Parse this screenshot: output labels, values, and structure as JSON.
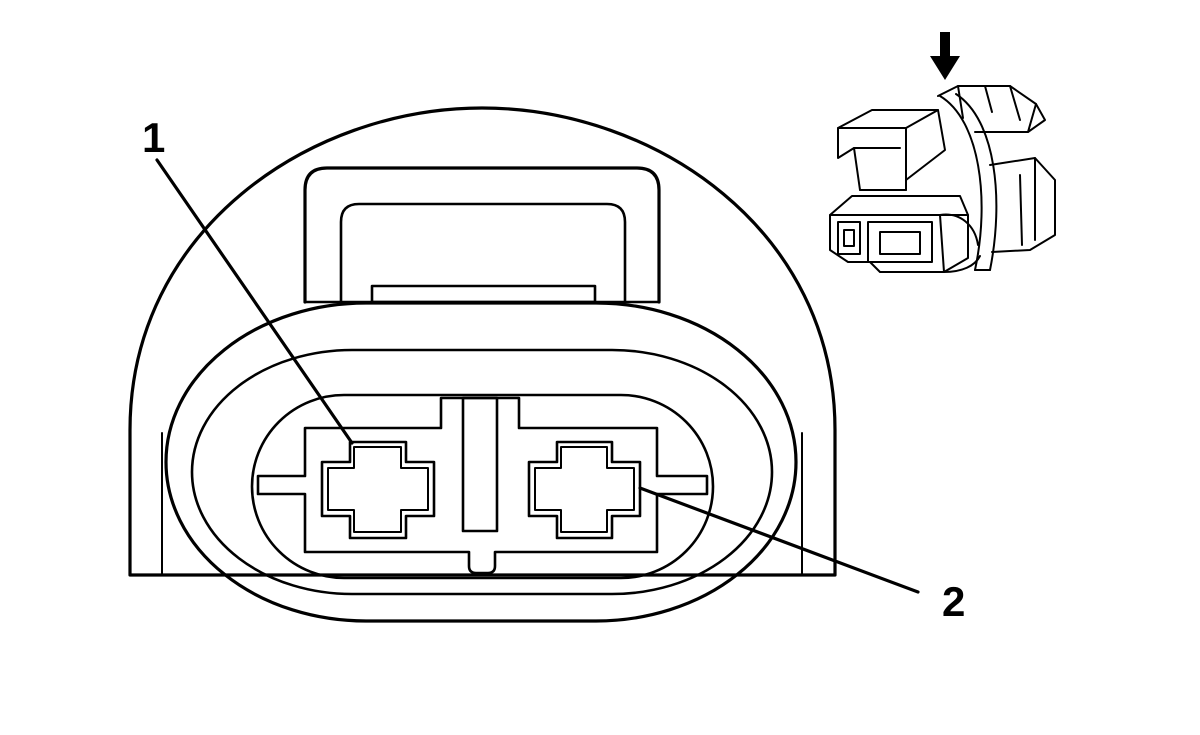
{
  "diagram": {
    "callouts": [
      {
        "id": "pin-1",
        "label": "1"
      },
      {
        "id": "pin-2",
        "label": "2"
      }
    ],
    "inset": {
      "icons": [
        "down-arrow-icon",
        "connector-isometric-icon"
      ]
    },
    "colors": {
      "stroke": "#000000",
      "background": "#ffffff"
    }
  }
}
